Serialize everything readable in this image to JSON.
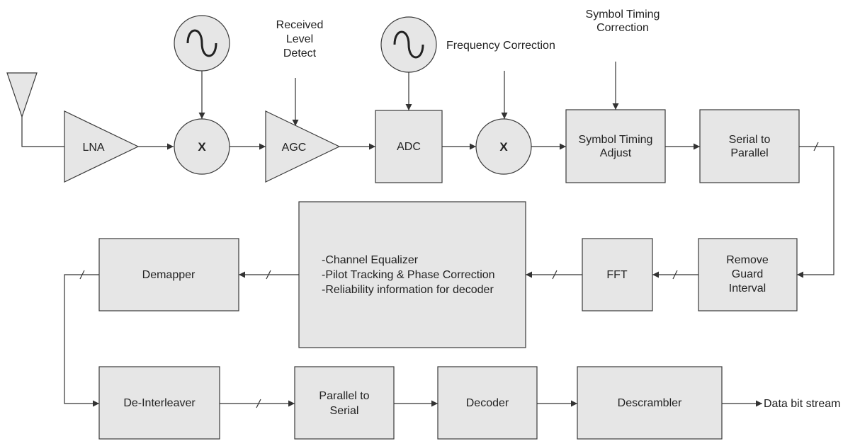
{
  "colors": {
    "block_fill": "#e6e6e6",
    "stroke": "#3a3a3a",
    "text": "#222222",
    "background": "#ffffff"
  },
  "icons": {
    "antenna": "antenna-icon",
    "oscillator": "sine-wave-icon",
    "arrowhead": "arrowhead-icon",
    "bus_slash": "bus-slash-mark"
  },
  "annotations": {
    "received_level": [
      "Received",
      "Level",
      "Detect"
    ],
    "frequency_correction": "Frequency Correction",
    "symbol_timing_correction": [
      "Symbol Timing",
      "Correction"
    ],
    "output": "Data bit stream"
  },
  "blocks": {
    "lna": "LNA",
    "mixer1": "X",
    "agc": "AGC",
    "adc": "ADC",
    "mixer2": "X",
    "symbol_timing_adjust": [
      "Symbol Timing",
      "Adjust"
    ],
    "serial_to_parallel": [
      "Serial to",
      "Parallel"
    ],
    "remove_guard_interval": [
      "Remove",
      "Guard",
      "Interval"
    ],
    "fft": "FFT",
    "equalizer": [
      "-Channel Equalizer",
      "-Pilot Tracking & Phase Correction",
      "-Reliability information for decoder"
    ],
    "demapper": "Demapper",
    "deinterleaver": "De-Interleaver",
    "parallel_to_serial": [
      "Parallel to",
      "Serial"
    ],
    "decoder": "Decoder",
    "descrambler": "Descrambler"
  }
}
